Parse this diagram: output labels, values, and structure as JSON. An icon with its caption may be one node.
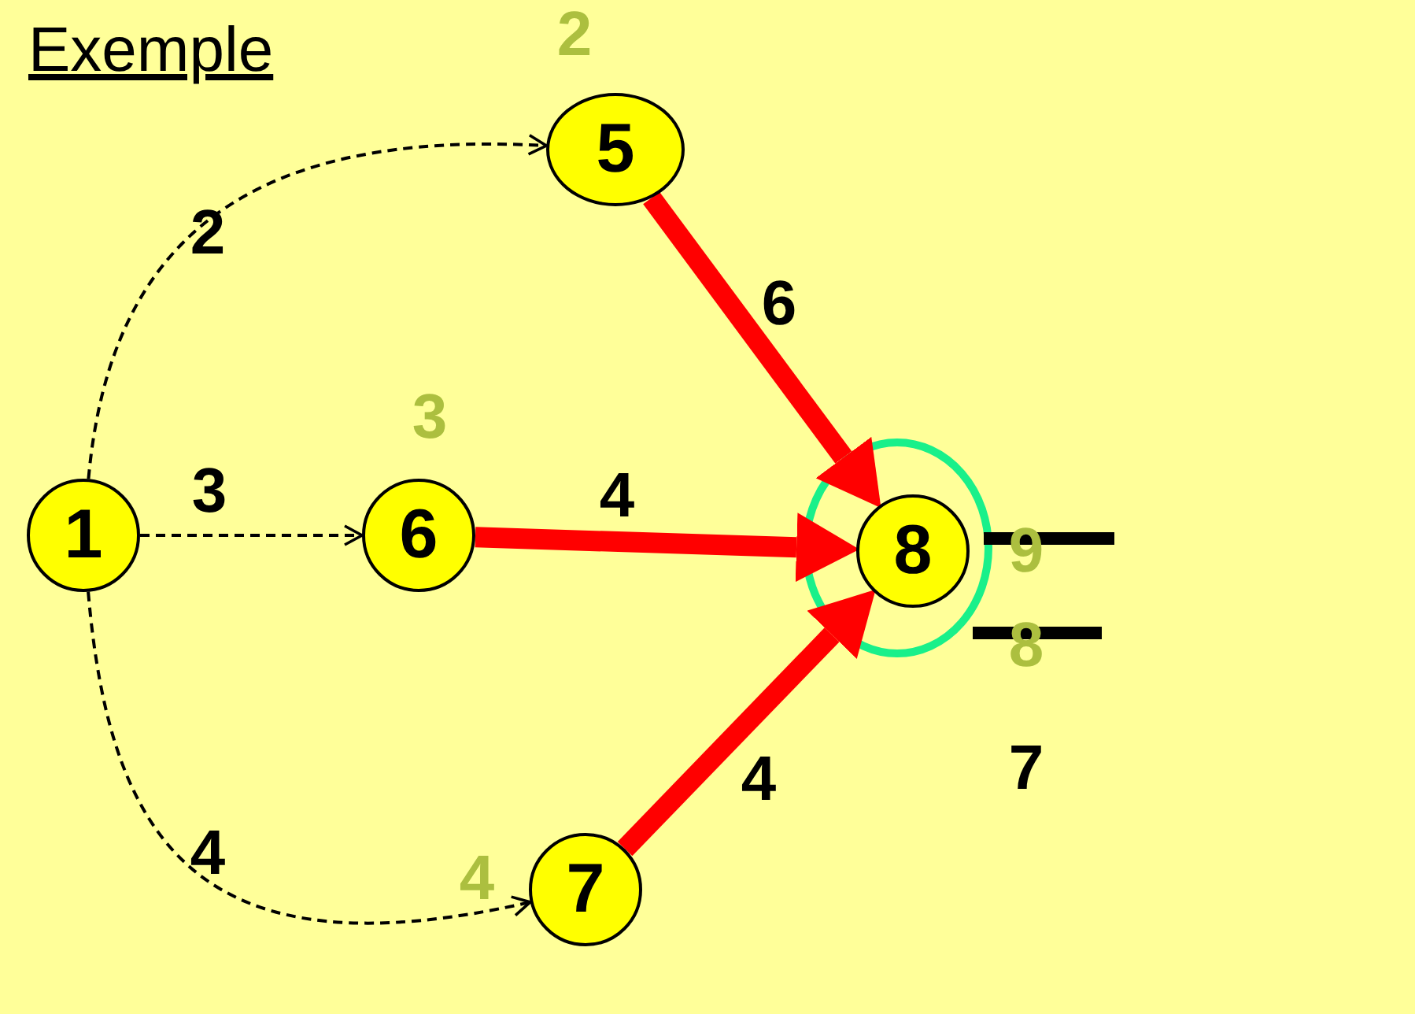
{
  "diagram": {
    "title": "Exemple",
    "nodes": [
      {
        "text": [
          "1"
        ]
      },
      {
        "text": [
          "5"
        ],
        "beside": [
          "2"
        ]
      },
      {
        "text": [
          "6"
        ],
        "beside": [
          "3"
        ]
      },
      {
        "text": [
          "7"
        ],
        "beside": [
          "4"
        ]
      },
      {
        "text": [
          "8"
        ]
      }
    ],
    "edges": [
      {
        "from": 0,
        "to": 1,
        "arrow": "to",
        "label": "2",
        "style": "dashed"
      },
      {
        "from": 0,
        "to": 2,
        "arrow": "to",
        "label": "3",
        "style": "dashed"
      },
      {
        "from": 0,
        "to": 3,
        "arrow": "to",
        "label": "4",
        "style": "dashed"
      },
      {
        "from": 1,
        "to": 4,
        "arrow": "to",
        "label": "6",
        "style": "thick",
        "color": "#ff0000"
      },
      {
        "from": 2,
        "to": 4,
        "arrow": "to",
        "label": "4",
        "style": "thick",
        "color": "#ff0000"
      },
      {
        "from": 3,
        "to": 4,
        "arrow": "to",
        "label": "4",
        "style": "thick",
        "color": "#ff0000"
      }
    ],
    "labels": [
      "9",
      "8",
      "7"
    ]
  }
}
